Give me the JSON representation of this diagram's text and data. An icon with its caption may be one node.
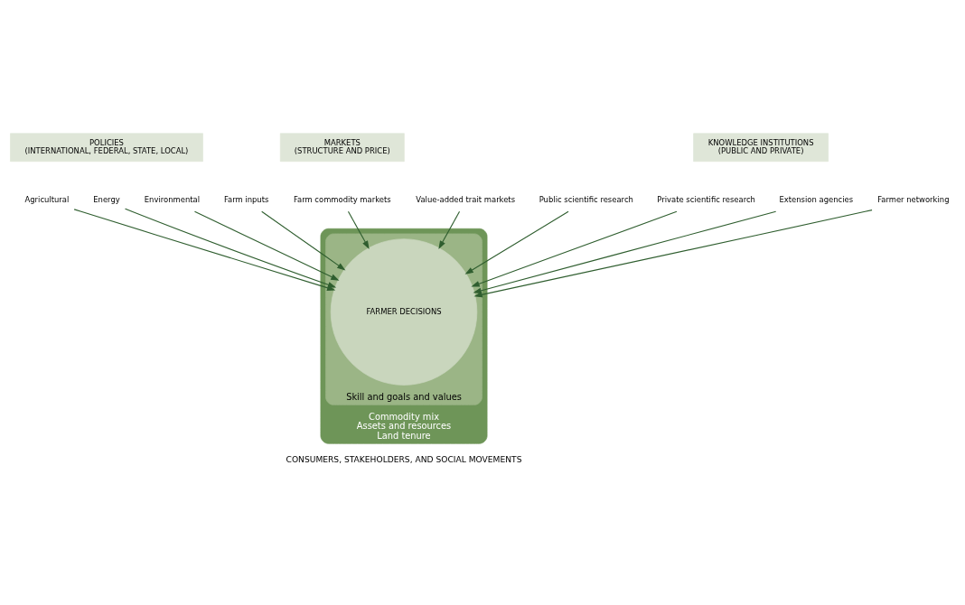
{
  "diagram": {
    "nodes": [
      {
        "text": [
          "POLICIES",
          "(INTERNATIONAL, FEDERAL, STATE, LOCAL)"
        ]
      },
      {
        "text": [
          "Agricultural"
        ]
      },
      {
        "text": [
          "Energy"
        ]
      },
      {
        "text": [
          "Environmental"
        ]
      },
      {
        "text": [
          "MARKETS",
          "(STRUCTURE AND PRICE)"
        ]
      },
      {
        "text": [
          "KNOWLEDGE INSTITUTIONS",
          "(PUBLIC AND PRIVATE)"
        ]
      },
      {
        "text": [
          "Commodity mix",
          "Assets and resources",
          "Land tenure"
        ]
      },
      {
        "text": [
          "Skill and goals and values"
        ],
        "in": 6
      },
      {
        "text": [
          "FARMER DECISIONS"
        ],
        "in": 7
      },
      {
        "text": [
          "Farm inputs"
        ]
      },
      {
        "text": [
          "Farm commodity markets"
        ]
      },
      {
        "text": [
          "Value-added trait markets"
        ]
      },
      {
        "text": [
          "Public scientific research"
        ]
      },
      {
        "text": [
          "Private scientific research"
        ]
      },
      {
        "text": [
          "Extension agencies"
        ]
      },
      {
        "text": [
          "Farmer networking"
        ]
      }
    ],
    "edges": [
      {
        "from": 1,
        "to": 8,
        "arrow": "to"
      },
      {
        "from": 2,
        "to": 8,
        "arrow": "to"
      },
      {
        "from": 3,
        "to": 8,
        "arrow": "to"
      },
      {
        "from": 9,
        "to": 8,
        "arrow": "to"
      },
      {
        "from": 10,
        "to": 8,
        "arrow": "to"
      },
      {
        "from": 11,
        "to": 8,
        "arrow": "to"
      },
      {
        "from": 12,
        "to": 8,
        "arrow": "to"
      },
      {
        "from": 13,
        "to": 8,
        "arrow": "to"
      },
      {
        "from": 14,
        "to": 8,
        "arrow": "to"
      },
      {
        "from": 15,
        "to": 8,
        "arrow": "to"
      }
    ],
    "labels": [
      "CONSUMERS, STAKEHOLDERS, AND SOCIAL MOVEMENTS"
    ]
  }
}
